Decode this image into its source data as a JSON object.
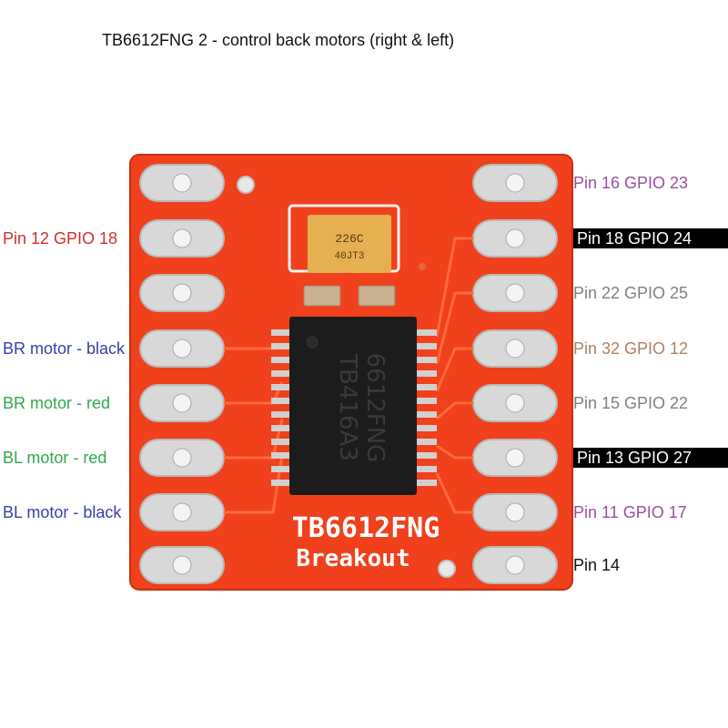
{
  "title": "TB6612FNG 2 - control back motors (right & left)",
  "chip": {
    "line1": "TB416A3",
    "line2": "6612FNG"
  },
  "capacitor": {
    "line1": "226C",
    "line2": "40JT3"
  },
  "board": {
    "line1": "TB6612FNG",
    "line2": "Breakout"
  },
  "left_labels": [
    {
      "text": "",
      "color": "#000000"
    },
    {
      "text": "Pin 12 GPIO 18",
      "color": "#d0302a"
    },
    {
      "text": "",
      "color": "#000000"
    },
    {
      "text": "BR motor - black",
      "color": "#3a3fa8"
    },
    {
      "text": "BR motor - red",
      "color": "#2fa84a"
    },
    {
      "text": "BL motor - red",
      "color": "#2fa84a"
    },
    {
      "text": "BL motor - black",
      "color": "#3a3fa8"
    },
    {
      "text": "",
      "color": "#000000"
    }
  ],
  "right_labels": [
    {
      "text": "Pin 16 GPIO 23",
      "color": "#9a4fa0",
      "highlight": false
    },
    {
      "text": "Pin 18 GPIO 24",
      "color": "#ffffff",
      "highlight": true
    },
    {
      "text": "Pin 22 GPIO 25",
      "color": "#808080",
      "highlight": false
    },
    {
      "text": "Pin 32 GPIO 12",
      "color": "#b08060",
      "highlight": false
    },
    {
      "text": "Pin 15 GPIO 22",
      "color": "#808080",
      "highlight": false
    },
    {
      "text": "Pin 13 GPIO 27",
      "color": "#ffffff",
      "highlight": true
    },
    {
      "text": "Pin 11 GPIO 17",
      "color": "#9a4fa0",
      "highlight": false
    },
    {
      "text": "Pin 14",
      "color": "#111111",
      "highlight": false
    }
  ],
  "colors": {
    "board": "#f0401c",
    "board_edge": "#c83010",
    "pad": "#d8d8d8",
    "chip": "#1c1c1c",
    "capacitor": "#e6b050",
    "highlight_bg": "#000000"
  }
}
